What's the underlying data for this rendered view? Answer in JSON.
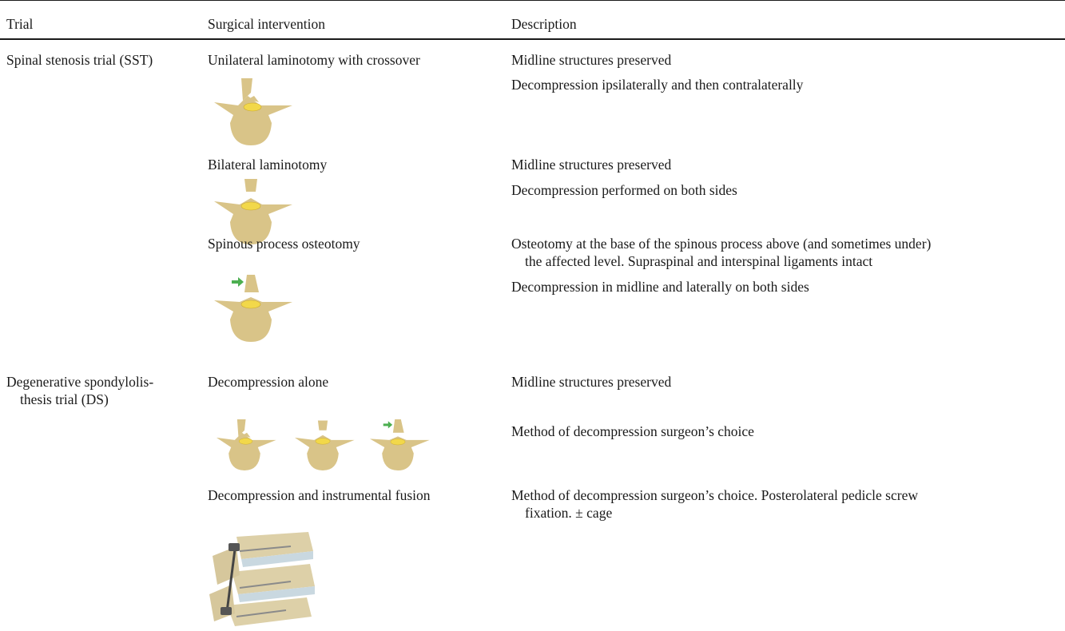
{
  "table": {
    "headers": {
      "trial": "Trial",
      "intervention": "Surgical intervention",
      "description": "Description"
    },
    "rows": [
      {
        "trial": "Spinal stenosis trial (SST)",
        "intervention": "Unilateral laminotomy with crossover",
        "descriptions": [
          "Midline structures preserved",
          "Decompression ipsilaterally and then contralaterally"
        ]
      },
      {
        "intervention": "Bilateral laminotomy",
        "descriptions": [
          "Midline structures preserved",
          "Decompression performed on both sides"
        ]
      },
      {
        "intervention": "Spinous process osteotomy",
        "descriptions": [
          "Osteotomy at the base of the spinous process above (and sometimes under)",
          "the affected level. Supraspinal and interspinal ligaments intact",
          "Decompression in midline and laterally on both sides"
        ]
      },
      {
        "trial_lines": [
          "Degenerative spondylolis-",
          "thesis trial (DS)"
        ],
        "intervention": "Decompression alone",
        "descriptions": [
          "Midline structures preserved",
          "Method of decompression surgeon’s choice"
        ]
      },
      {
        "intervention": "Decompression and instrumental fusion",
        "descriptions": [
          "Method of decompression surgeon’s choice. Posterolateral pedicle screw",
          "fixation. ± cage"
        ]
      }
    ]
  },
  "colors": {
    "bone": "#d9c488",
    "canal": "#f2d84a",
    "arrow": "#4caf50",
    "rule": "#1a1a1a"
  }
}
